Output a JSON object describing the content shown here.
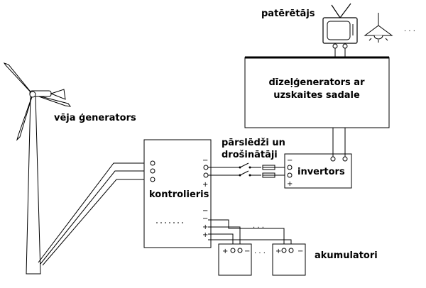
{
  "labels": {
    "consumer": "patērētājs",
    "diesel_line1": "dīzeļģenerators ar",
    "diesel_line2": "uzskaites sadale",
    "wind": "vēja ģenerators",
    "switches_line1": "pārslēdži un",
    "switches_line2": "drošinātāji",
    "inverter": "invertors",
    "controller": "kontrolieris",
    "batteries": "akumulatori"
  },
  "signs": {
    "minus": "−",
    "plus": "+",
    "ellipsis": "· · ·"
  },
  "icons": [
    "tv-icon",
    "lamp-icon",
    "wind-turbine-icon",
    "switch-icon",
    "fuse-icon",
    "battery-icon"
  ]
}
